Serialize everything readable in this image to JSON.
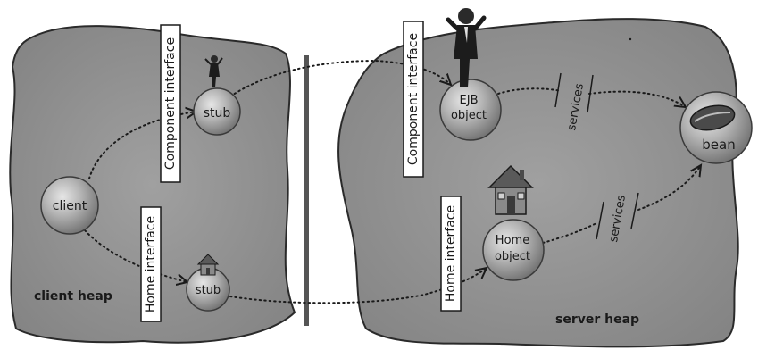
{
  "labels": {
    "client": "client",
    "stub_top": "stub",
    "stub_bottom": "stub",
    "ejb_object_line1": "EJB",
    "ejb_object_line2": "object",
    "home_object_line1": "Home",
    "home_object_line2": "object",
    "bean": "bean",
    "component_interface_client": "Component interface",
    "home_interface_client": "Home interface",
    "component_interface_server": "Component interface",
    "home_interface_server": "Home interface",
    "services_top": "services",
    "services_bottom": "services",
    "client_heap": "client heap",
    "server_heap": "server heap"
  },
  "colors": {
    "heap_fill": "#8e8e8e",
    "heap_stroke": "#2a2a2a",
    "sphere_fill": "#a9a9a9",
    "divider": "#555555",
    "text": "#1a1a1a"
  },
  "icons": {
    "man": "businessman-icon",
    "house": "house-icon",
    "bean": "coffee-bean-icon"
  }
}
